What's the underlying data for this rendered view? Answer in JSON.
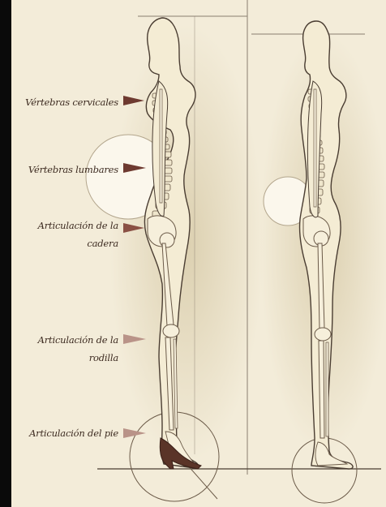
{
  "labels": {
    "cervicales": "Vértebras cervicales",
    "lumbares": "Vértebras lumbares",
    "cadera_line1": "Articulación de la",
    "cadera_line2": "cadera",
    "rodilla_line1": "Articulación de la",
    "rodilla_line2": "rodilla",
    "pie": "Articulación del pie"
  },
  "colors": {
    "paper": "#f3ecd9",
    "paper_shadow": "#ddd2b6",
    "body_fill": "#f4ecd4",
    "body_outline": "#4a3d32",
    "bone": "#f6efdb",
    "bone_outline": "#6b5a48",
    "arrow_dark": "#6e3a30",
    "arrow_light": "#b99388",
    "vertebra": "#efe6cc",
    "guide_line": "#8a7e70"
  },
  "figures": [
    {
      "id": "left",
      "name": "posture-with-heels"
    },
    {
      "id": "right",
      "name": "posture-barefoot"
    }
  ]
}
